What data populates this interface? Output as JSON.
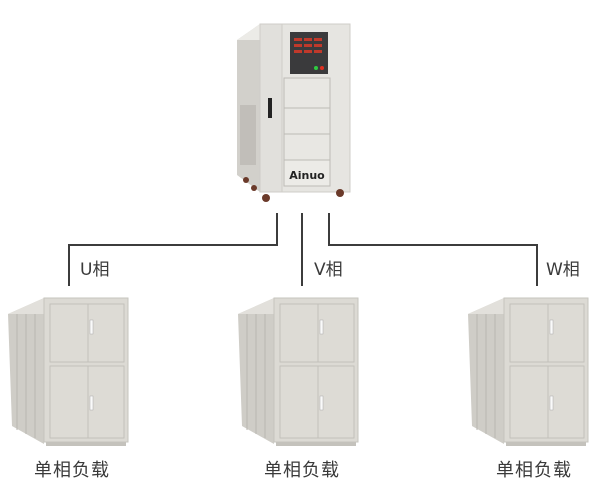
{
  "source_unit": {
    "name": "three-phase power source",
    "brand": "Ainuo",
    "colors": {
      "body": "#e4e3df",
      "panel": "#3a3a3c",
      "display": "#c0392b",
      "led_green": "#2ecc40",
      "led_red": "#e03020"
    }
  },
  "phases": [
    {
      "label": "U相"
    },
    {
      "label": "V相"
    },
    {
      "label": "W相"
    }
  ],
  "loads": [
    {
      "label": "单相负载"
    },
    {
      "label": "单相负载"
    },
    {
      "label": "单相负载"
    }
  ],
  "colors": {
    "line": "#3c3c3c",
    "text": "#3a3a3a",
    "cabinet": "#dcdad4"
  }
}
